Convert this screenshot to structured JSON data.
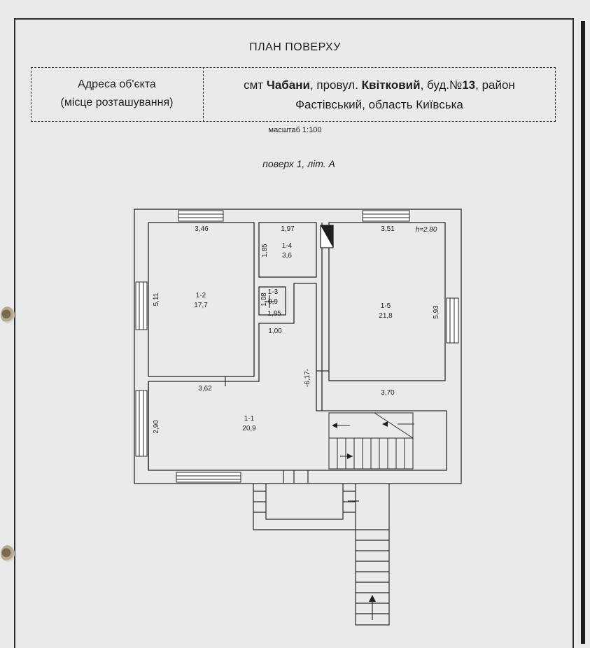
{
  "document": {
    "title": "ПЛАН ПОВЕРХУ",
    "address_label_line1": "Адреса об'єкта",
    "address_label_line2": "(місце розташування)",
    "address_line1": {
      "p1": "смт ",
      "b1": "Чабани",
      "p2": ", провул. ",
      "b2": "Квітковий",
      "p3": ", буд.№",
      "b3": "13",
      "p4": ", район"
    },
    "address_line2": "Фастівський, область Київська",
    "scale": "масштаб 1:100",
    "floor": "поверх 1,  літ. А"
  },
  "rooms": {
    "r1_2": {
      "id": "1-2",
      "area": "17,7"
    },
    "r1_4": {
      "id": "1-4",
      "area": "3,6"
    },
    "r1_3": {
      "id": "1-3",
      "area": "0,9"
    },
    "r1_5": {
      "id": "1-5",
      "area": "21,8"
    },
    "r1_1": {
      "id": "1-1",
      "area": "20,9"
    }
  },
  "dimensions": {
    "d346": "3,46",
    "d511": "5,11",
    "d197": "1,97",
    "d185v": "1,85",
    "d108": "1,08",
    "d185h": "1,85",
    "d100": "1,00",
    "d351": "3,51",
    "h": "h=2,80",
    "d593": "5,93",
    "d362": "3,62",
    "d617": "-6,17-",
    "d370": "3,70",
    "d290": "2,90"
  }
}
